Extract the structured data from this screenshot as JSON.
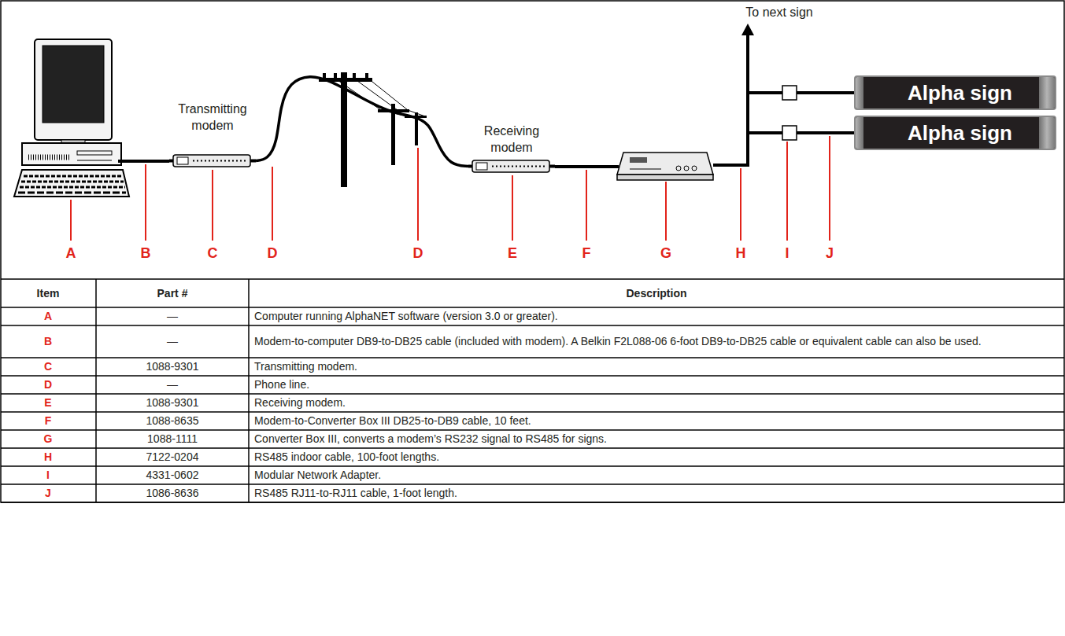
{
  "diagram": {
    "nodes": [
      {
        "text": [
          "Transmitting modem"
        ]
      },
      {
        "text": [
          "Receiving modem"
        ]
      },
      {
        "text": [
          "Alpha sign"
        ]
      },
      {
        "text": [
          "Alpha sign"
        ]
      }
    ],
    "edges": [
      {
        "from": 0,
        "to": 1,
        "arrow": "none"
      }
    ],
    "labels": [
      "To next sign",
      "A",
      "B",
      "C",
      "D",
      "D",
      "E",
      "F",
      "G",
      "H",
      "I",
      "J",
      "Item",
      "Part #",
      "Description",
      "A",
      "—",
      "Computer running AlphaNET software (version 3.0 or greater).",
      "B",
      "—",
      "Modem-to-computer DB9-to-DB25 cable (included with modem). A Belkin F2L088-06 6-foot DB9-to-DB25 cable or equivalent cable can also be used.",
      "C",
      "1088-9301",
      "Transmitting modem.",
      "D",
      "—",
      "Phone line.",
      "E",
      "1088-9301",
      "Receiving modem.",
      "F",
      "1088-8635",
      "Modem-to-Converter Box III DB25-to-DB9 cable, 10 feet.",
      "G",
      "1088-1111",
      "Converter Box III, converts a modem’s RS232 signal to RS485 for signs.",
      "H",
      "7122-0204",
      "RS485 indoor cable, 100-foot lengths.",
      "I",
      "4331-0602",
      "Modular Network Adapter.",
      "J",
      "1086-8636",
      "RS485 RJ11-to-RJ11 cable, 1-foot length."
    ]
  }
}
